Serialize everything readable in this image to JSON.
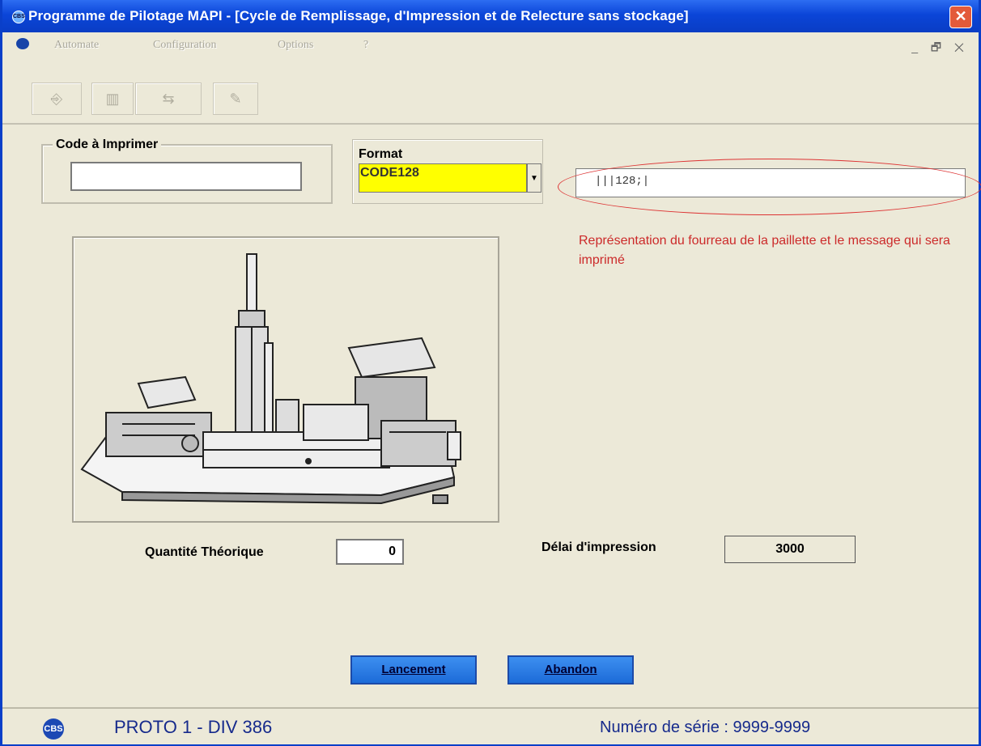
{
  "window": {
    "title": "Programme de Pilotage MAPI - [Cycle de Remplissage, d'Impression et de Relecture sans stockage]",
    "close_glyph": "✕",
    "app_icon": "CBS"
  },
  "menu": {
    "items": [
      "Automate",
      "Configuration",
      "Options",
      "?"
    ],
    "mdi_controls": "_ 🗗 ✕"
  },
  "toolbar": {
    "buttons": [
      {
        "icon": "door-exit-icon",
        "glyph": "⎆"
      },
      {
        "icon": "columns-icon",
        "glyph": "▥"
      },
      {
        "icon": "cycle-icon",
        "glyph": "⇆"
      },
      {
        "icon": "edit-icon",
        "glyph": "✎"
      }
    ]
  },
  "code_group": {
    "label": "Code à Imprimer",
    "value": ""
  },
  "format": {
    "label": "Format",
    "selected": "CODE128"
  },
  "preview": {
    "value": "|||128;|",
    "annotation": "Représentation du fourreau de la paillette et le message qui sera imprimé",
    "highlight_color": "#dd3333"
  },
  "fields": {
    "quantity_label": "Quantité Théorique",
    "quantity_value": "0",
    "delay_label": "Délai d'impression",
    "delay_value": "3000"
  },
  "buttons": {
    "launch": "Lancement",
    "cancel": "Abandon"
  },
  "status": {
    "logo": "CBS",
    "left": "PROTO 1 - DIV 386",
    "right": "Numéro de série : 9999-9999"
  }
}
